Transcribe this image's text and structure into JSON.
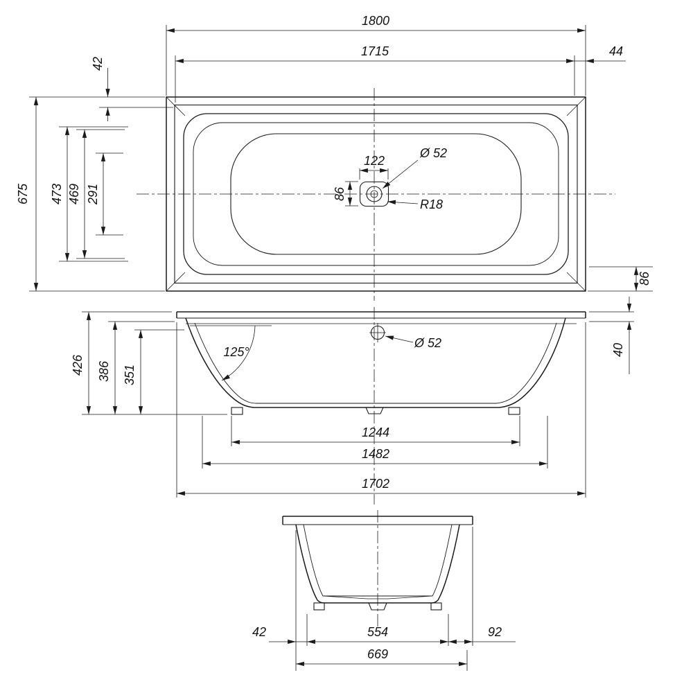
{
  "drawing": {
    "subject": "bathtub three-view dimension drawing",
    "units": "mm",
    "line_color": "#1a1a1a",
    "background": "#ffffff"
  },
  "top_view": {
    "overall_length": "1800",
    "inner_length": "1715",
    "rim_edge_offset": "44",
    "rim_top_width": "42",
    "overall_width": "675",
    "basin_width": "473",
    "basin_inner_width": "469",
    "bottom_flat_width": "291",
    "drain_cutout_length": "122",
    "drain_cutout_height": "86",
    "drain_diameter": "Ø 52",
    "corner_radius": "R18",
    "rim_bottom_offset": "86"
  },
  "side_view": {
    "rim_height": "40",
    "overflow_diameter": "Ø 52",
    "overall_height": "426",
    "inner_height": "386",
    "basin_depth": "351",
    "wall_angle": "125°",
    "bottom_length": "1244",
    "mid_length": "1482",
    "body_length": "1702"
  },
  "end_view": {
    "left_offset": "42",
    "bottom_width": "554",
    "right_offset": "92",
    "base_width": "669"
  }
}
